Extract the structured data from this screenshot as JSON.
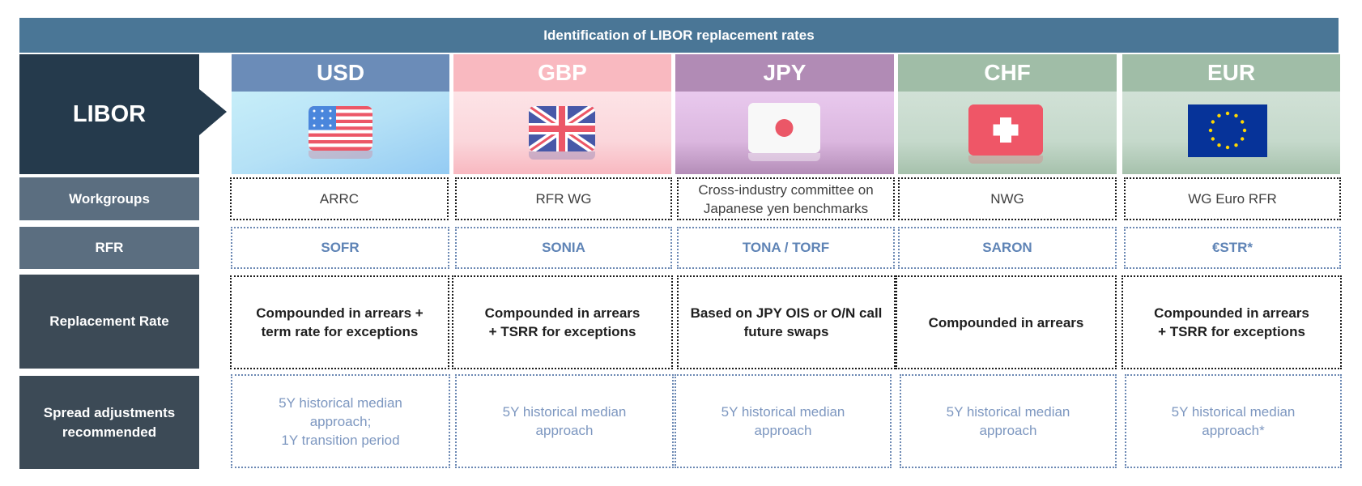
{
  "title": "Identification of LIBOR replacement rates",
  "libor_label": "LIBOR",
  "row_labels": {
    "workgroups": "Workgroups",
    "rfr": "RFR",
    "replacement_rate": "Replacement Rate",
    "spread": "Spread adjustments recommended"
  },
  "colors": {
    "title_bar": "#4a7696",
    "libor_box": "#253a4c",
    "usd_header": "#6b8cb8",
    "gbp_header": "#f9b9c0",
    "jpy_header": "#b18bb5",
    "chf_header": "#a0bda7",
    "eur_header": "#a0bda7"
  },
  "currencies": [
    {
      "code": "USD",
      "flag_icon": "us-flag-icon",
      "workgroup": "ARRC",
      "rfr": "SOFR",
      "replacement_rate": "Compounded in arrears + term rate for exceptions",
      "spread": "5Y historical median approach; 1Y transition period"
    },
    {
      "code": "GBP",
      "flag_icon": "uk-flag-icon",
      "workgroup": "RFR WG",
      "rfr": "SONIA",
      "replacement_rate": "Compounded in arrears + TSRR for exceptions",
      "spread": "5Y historical median approach"
    },
    {
      "code": "JPY",
      "flag_icon": "japan-flag-icon",
      "workgroup": "Cross-industry committee on Japanese yen benchmarks",
      "rfr": "TONA / TORF",
      "replacement_rate": "Based on JPY OIS or O/N call future swaps",
      "spread": "5Y historical median approach"
    },
    {
      "code": "CHF",
      "flag_icon": "swiss-flag-icon",
      "workgroup": "NWG",
      "rfr": "SARON",
      "replacement_rate": "Compounded in arrears",
      "spread": "5Y historical median approach"
    },
    {
      "code": "EUR",
      "flag_icon": "eu-flag-icon",
      "workgroup": "WG Euro RFR",
      "rfr": "€STR*",
      "replacement_rate": "Compounded in arrears + TSRR for exceptions",
      "spread": "5Y historical median approach*"
    }
  ],
  "display_lines": {
    "usd_repl": [
      "Compounded in arrears +",
      "term rate for exceptions"
    ],
    "gbp_repl": [
      "Compounded in arrears",
      "+ TSRR for exceptions"
    ],
    "jpy_repl": [
      "Based on JPY OIS or O/N call",
      "future swaps"
    ],
    "eur_repl": [
      "Compounded in arrears",
      "+ TSRR for exceptions"
    ],
    "jpy_work": [
      "Cross-industry committee on",
      "Japanese yen benchmarks"
    ],
    "usd_spread": [
      "5Y historical median",
      "approach;",
      "1Y transition period"
    ],
    "std_spread": [
      "5Y historical median",
      "approach"
    ],
    "eur_spread": [
      "5Y historical median",
      "approach*"
    ],
    "spread_label": [
      "Spread adjustments",
      "recommended"
    ]
  }
}
